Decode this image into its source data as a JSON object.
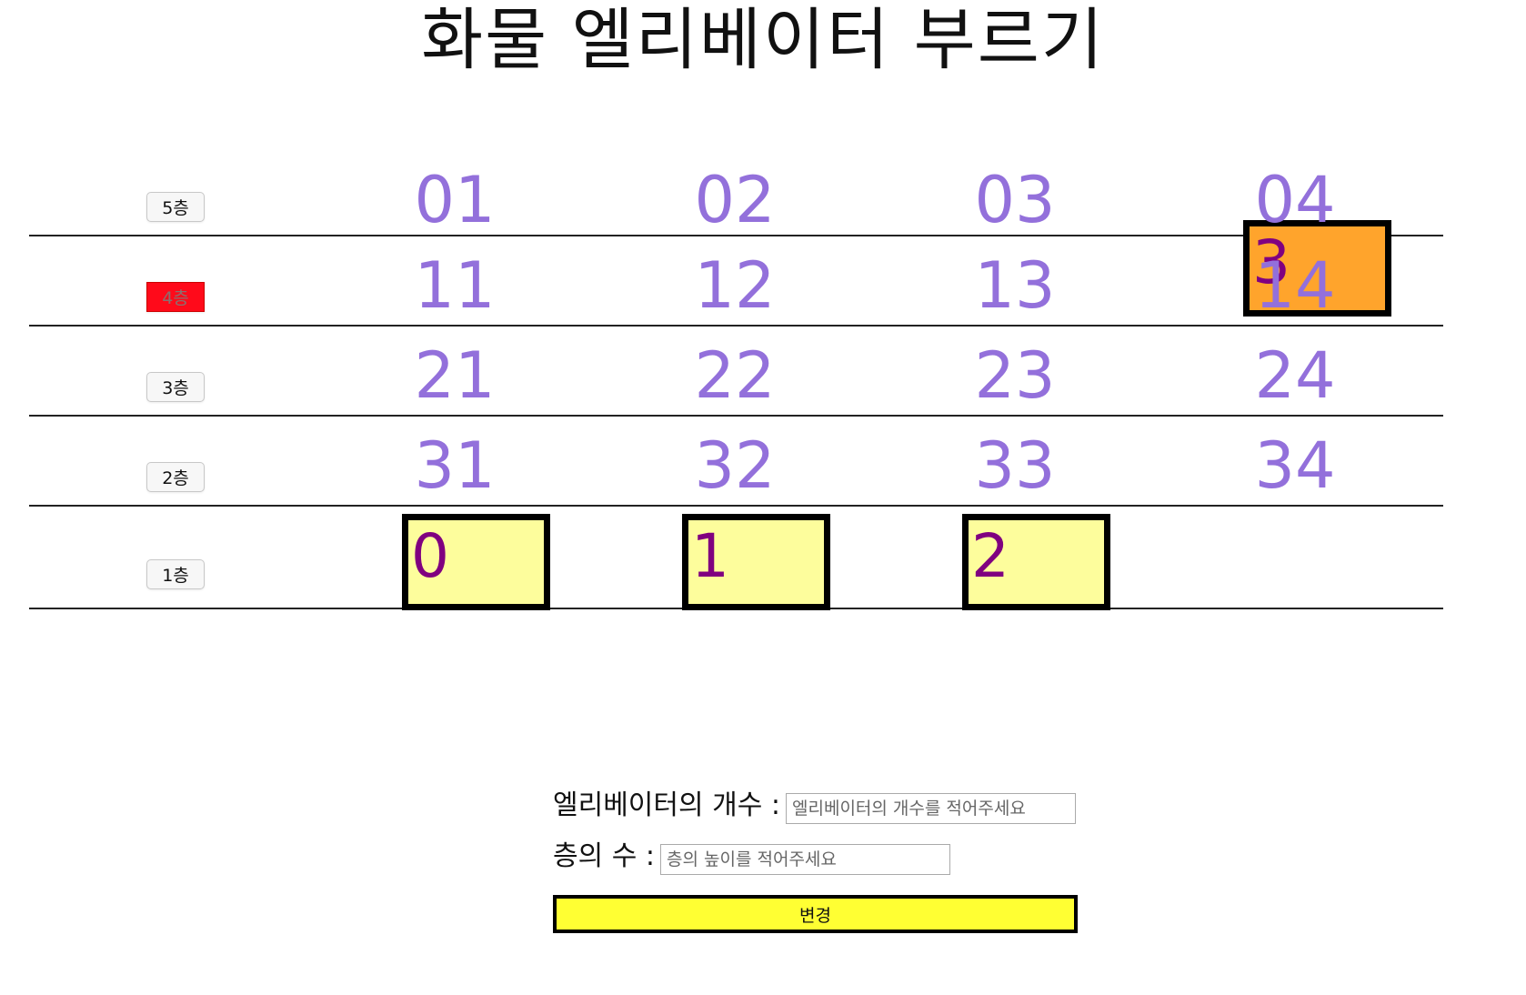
{
  "title": "화물 엘리베이터 부르기",
  "floors": [
    {
      "label": "5층",
      "active": false,
      "cells": [
        "01",
        "02",
        "03",
        "04"
      ]
    },
    {
      "label": "4층",
      "active": true,
      "cells": [
        "11",
        "12",
        "13",
        "14"
      ]
    },
    {
      "label": "3층",
      "active": false,
      "cells": [
        "21",
        "22",
        "23",
        "24"
      ]
    },
    {
      "label": "2층",
      "active": false,
      "cells": [
        "31",
        "32",
        "33",
        "34"
      ]
    },
    {
      "label": "1층",
      "active": false,
      "cells": [
        "",
        "",
        "",
        ""
      ]
    }
  ],
  "elevators": [
    {
      "id": "0",
      "floor": "1층",
      "state": "idle"
    },
    {
      "id": "1",
      "floor": "1층",
      "state": "idle"
    },
    {
      "id": "2",
      "floor": "1층",
      "state": "idle"
    },
    {
      "id": "3",
      "floor": "4층",
      "state": "moving"
    }
  ],
  "colors": {
    "cell_number": "#9370db",
    "elevator_idle": "#fdfd9c",
    "elevator_moving": "#ffa42c",
    "elevator_id": "#800080",
    "active_call": "#ff0a1a",
    "submit_button": "#ffff33"
  },
  "form": {
    "elevator_count_label": "엘리베이터의 개수 :",
    "elevator_count_placeholder": "엘리베이터의 개수를 적어주세요",
    "floor_count_label": "층의 수 :",
    "floor_count_placeholder": "층의 높이를 적어주세요",
    "submit_label": "변경"
  }
}
